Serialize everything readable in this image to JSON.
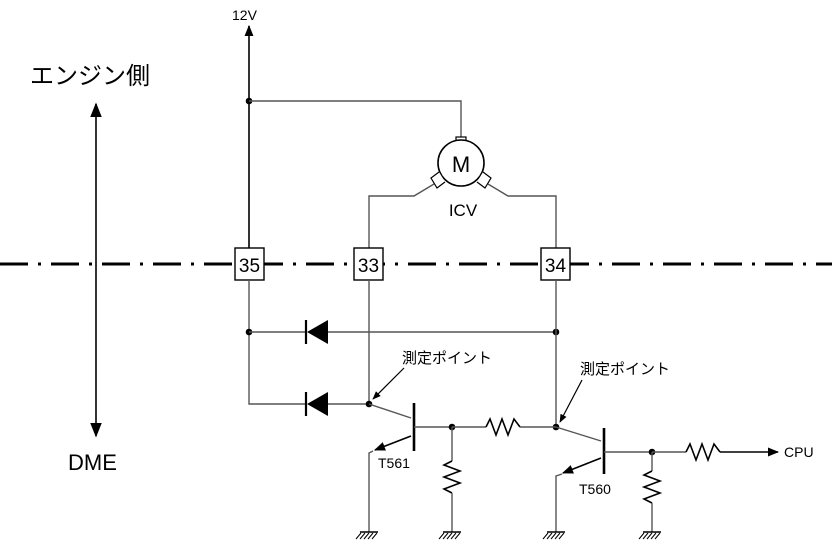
{
  "labels": {
    "supply": "12V",
    "engine_side": "エンジン側",
    "dme": "DME",
    "motor": "M",
    "motor_name": "ICV",
    "cpu": "CPU",
    "measure_point_1": "測定ポイント",
    "measure_point_2": "測定ポイント",
    "transistor_1": "T561",
    "transistor_2": "T560"
  },
  "connectors": [
    "35",
    "33",
    "34"
  ],
  "colors": {
    "wire": "#555555",
    "ink": "#000000",
    "background": "#ffffff"
  }
}
